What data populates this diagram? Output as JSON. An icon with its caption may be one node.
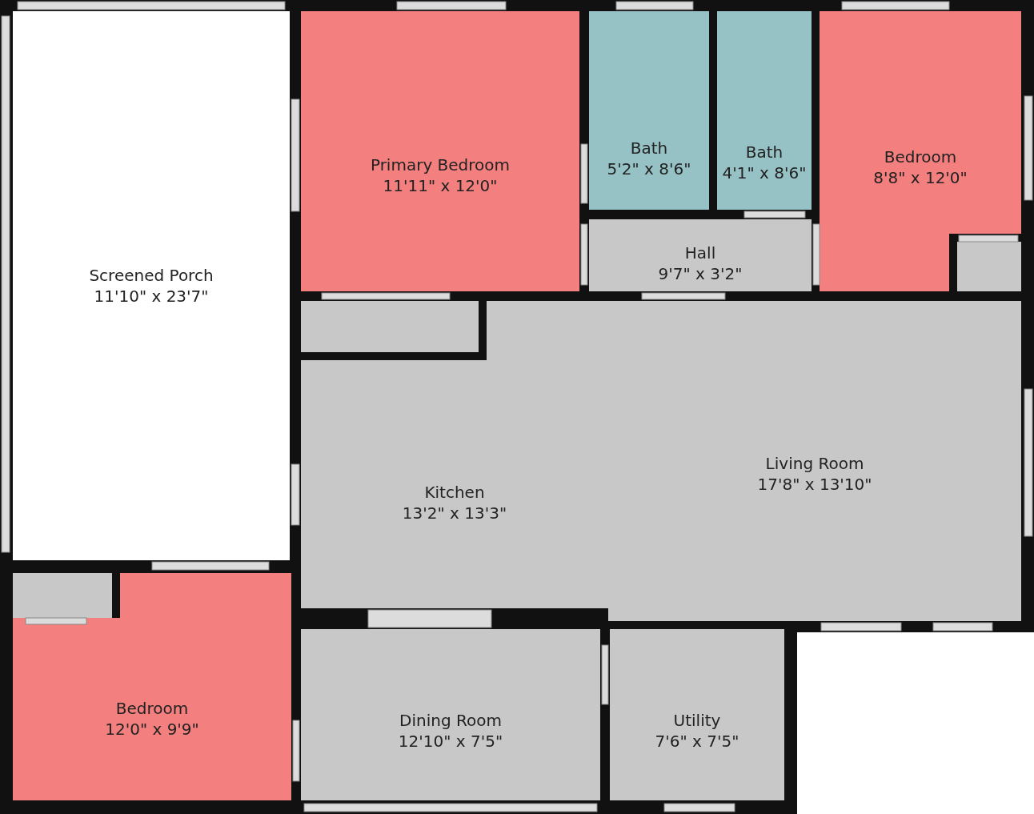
{
  "diagram": {
    "nodes": [
      {
        "text": [
          "Screened Porch",
          "11'10\" x 23'7\""
        ]
      },
      {
        "text": [
          "Primary Bedroom",
          "11'11\" x 12'0\""
        ]
      },
      {
        "text": [
          "Bath",
          "5'2\" x 8'6\""
        ]
      },
      {
        "text": [
          "Bath",
          "4'1\" x 8'6\""
        ]
      },
      {
        "text": [
          "Bedroom",
          "8'8\" x 12'0\""
        ]
      },
      {
        "text": [],
        "shape": "box",
        "in": 4
      },
      {
        "text": [
          "Hall",
          "9'7\" x 3'2\""
        ]
      },
      {
        "text": [
          "Kitchen",
          "13'2\" x 13'3\""
        ]
      },
      {
        "text": [],
        "shape": "box",
        "in": 7
      },
      {
        "text": [
          "Living Room",
          "17'8\" x 13'10\""
        ]
      },
      {
        "text": [
          "Bedroom",
          "12'0\" x 9'9\""
        ]
      },
      {
        "text": [],
        "shape": "box",
        "in": 10
      },
      {
        "text": [
          "Dining Room",
          "12'10\" x 7'5\""
        ]
      },
      {
        "text": [
          "Utility",
          "7'6\" x 7'5\""
        ]
      }
    ]
  }
}
